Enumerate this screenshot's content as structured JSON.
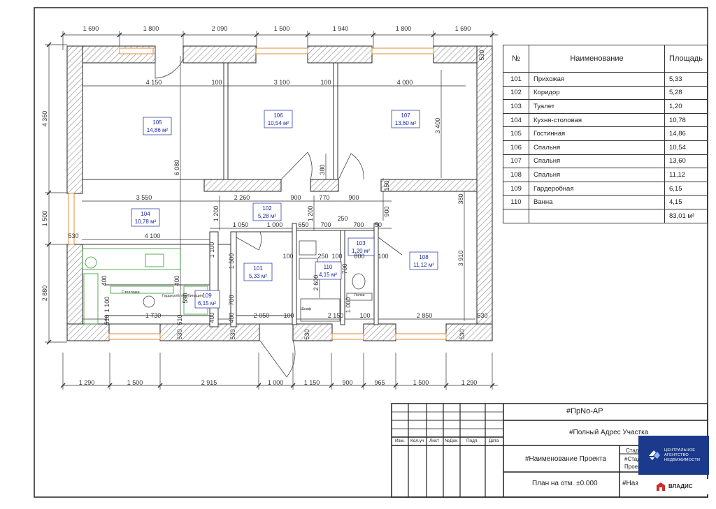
{
  "dimensions": {
    "top": [
      "1 690",
      "1 800",
      "2 090",
      "1 500",
      "1 940",
      "1 800",
      "1 690"
    ],
    "bottom": [
      "1 290",
      "1 500",
      "2 915",
      "1 000",
      "1 150",
      "900",
      "965",
      "1 500",
      "1 290"
    ],
    "left": [
      "4 360",
      "1 500",
      "2 880"
    ],
    "inner": {
      "d4150": "4 150",
      "d100a": "100",
      "d3100": "3 100",
      "d100b": "100",
      "d4000": "4 000",
      "d3550": "3 550",
      "d2260": "2 260",
      "d900a": "900",
      "d770": "770",
      "d900b": "900",
      "d530a": "530",
      "d4100": "4 100",
      "d1050": "1 050",
      "d1000a": "1 000",
      "d650": "650",
      "d700a": "700",
      "d250a": "250",
      "d700b": "700",
      "d50": "50",
      "d1730": "1 730",
      "d2050": "2 050",
      "d100c": "100",
      "d2150": "2 150",
      "d100d": "100",
      "d2850": "2 850",
      "d530b": "530",
      "d100e": "100",
      "d250b": "250",
      "d100f": "100",
      "d800": "800",
      "d100g": "100",
      "v6080": "6 080",
      "v3400": "3 400",
      "v380a": "380",
      "v150": "150",
      "v900": "900",
      "v1200a": "1 200",
      "v1200b": "1 200",
      "v1100a": "1 100",
      "v1500": "1 500",
      "v2600": "2 600",
      "v1000": "1 000",
      "v700a": "700",
      "v700b": "700",
      "v380b": "380",
      "v3910": "3 910",
      "v400a": "400",
      "v400b": "400",
      "v590": "590",
      "v1100b": "1 100",
      "v510a": "510",
      "v510b": "510",
      "v400c": "400",
      "v400d": "400",
      "v530a": "530",
      "v530b": "530",
      "v530c": "530",
      "v530d": "530",
      "v530e": "530"
    }
  },
  "rooms": [
    {
      "no": "105",
      "area": "14,86 м²"
    },
    {
      "no": "106",
      "area": "10,54 м²"
    },
    {
      "no": "107",
      "area": "13,60 м²"
    },
    {
      "no": "104",
      "area": "10,78 м²"
    },
    {
      "no": "102",
      "area": "5,28 м²"
    },
    {
      "no": "101",
      "area": "5,33 м²"
    },
    {
      "no": "110",
      "area": "4,15 м²"
    },
    {
      "no": "103",
      "area": "1,20 м²"
    },
    {
      "no": "108",
      "area": "11,12 м²"
    },
    {
      "no": "109",
      "area": "6,15 м²"
    }
  ],
  "furniture_labels": {
    "shelves": "Стеллажи",
    "wardrobe": "Гардероб/ комбинация",
    "closet": "Шкаф",
    "shelf": "Полки"
  },
  "table": {
    "headers": {
      "no": "№",
      "name": "Наименование",
      "area": "Площадь"
    },
    "rows": [
      {
        "no": "101",
        "name": "Прихожая",
        "area": "5,33"
      },
      {
        "no": "102",
        "name": "Коридор",
        "area": "5,28"
      },
      {
        "no": "103",
        "name": "Туалет",
        "area": "1,20"
      },
      {
        "no": "104",
        "name": "Кухня-столовая",
        "area": "10,78"
      },
      {
        "no": "105",
        "name": "Гостинная",
        "area": "14,86"
      },
      {
        "no": "106",
        "name": "Спальня",
        "area": "10,54"
      },
      {
        "no": "107",
        "name": "Спальня",
        "area": "13,60"
      },
      {
        "no": "108",
        "name": "Спальня",
        "area": "11,12"
      },
      {
        "no": "109",
        "name": "Гардеробная",
        "area": "6,15"
      },
      {
        "no": "110",
        "name": "Ванна",
        "area": "4,15"
      }
    ],
    "total": "83,01 м²"
  },
  "stamp": {
    "code": "#ПрNo-АР",
    "address": "#Полный Адрес Участка",
    "project": "#Наименование Проекта",
    "sheet_title": "План на отм. ±0.000",
    "col_heads": [
      "Изм.",
      "Кол.уч",
      "Лист",
      "№Док.",
      "Подп.",
      "Дата"
    ],
    "stage_head": "Стад",
    "stage_a": "#Стад",
    "stage_b": "Проек",
    "name_cut": "#Наз"
  },
  "brand": {
    "logo_lines": [
      "ЦЕНТРАЛЬНОЕ",
      "АГЕНТСТВО",
      "НЕДВИЖИМОСТИ"
    ],
    "name": "ВЛАДИС"
  },
  "colors": {
    "line": "#333333",
    "label": "#1a2aa0",
    "window": "#e08a30",
    "furniture": "#2a9a2a",
    "logo": "#1c3a8c",
    "brand": "#c8312f"
  }
}
